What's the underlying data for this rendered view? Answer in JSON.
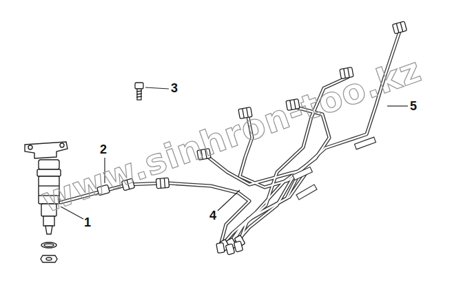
{
  "diagram": {
    "labels": [
      "1",
      "2",
      "3",
      "4",
      "5",
      "www.sinhron-too.kz"
    ]
  }
}
